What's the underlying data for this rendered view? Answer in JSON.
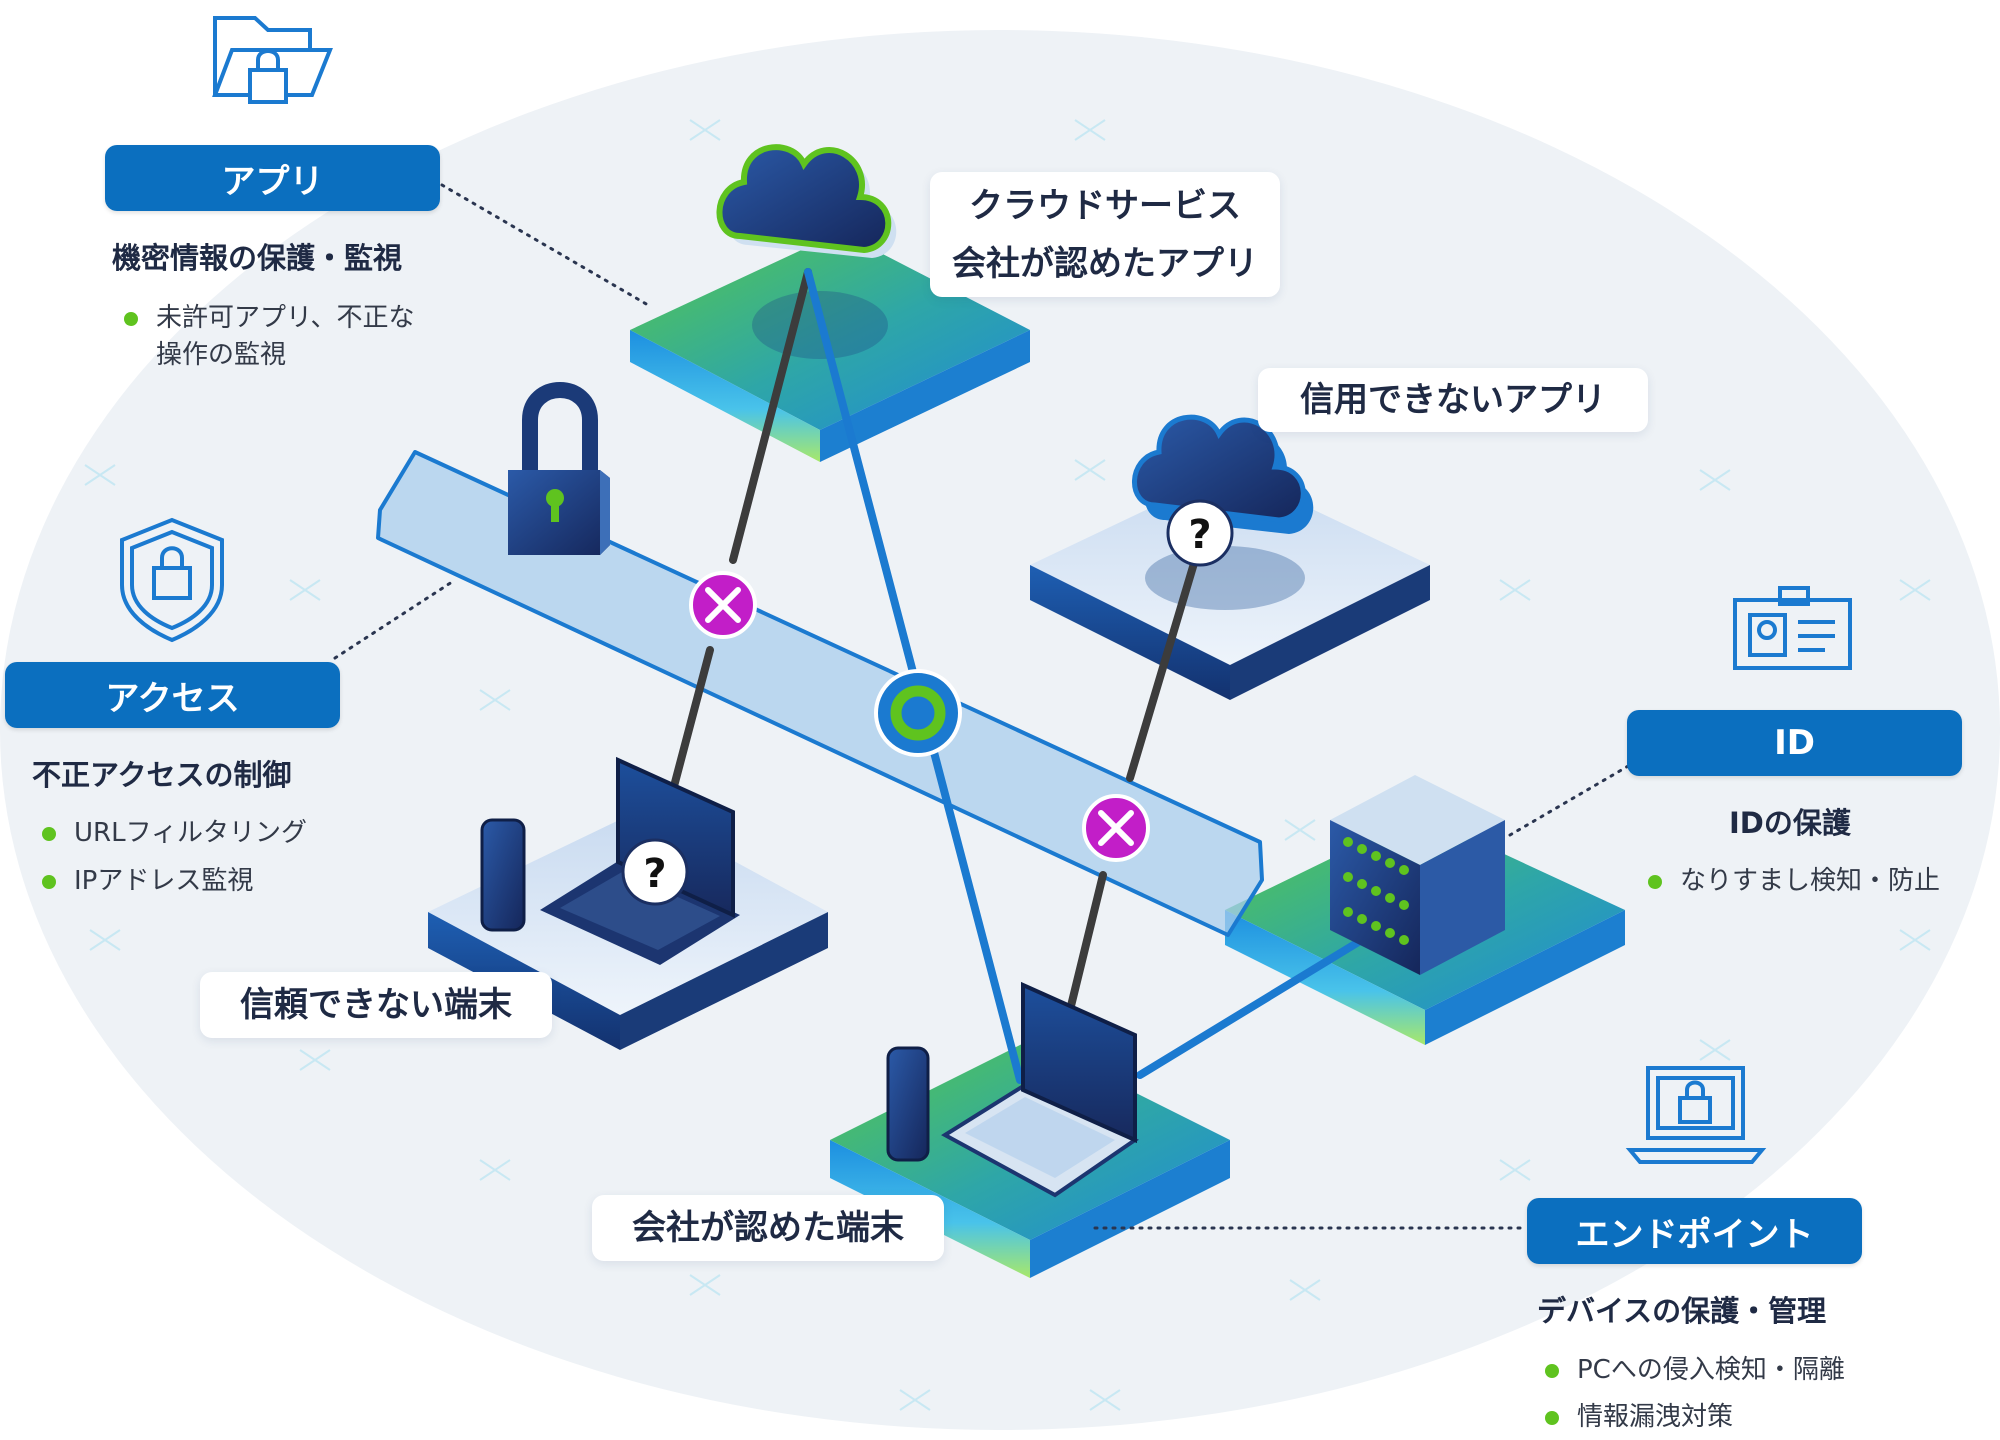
{
  "categories": {
    "app": {
      "title": "アプリ",
      "subtitle": "機密情報の保護・監視",
      "bullets": [
        "未許可アプリ、不正な",
        "操作の監視"
      ]
    },
    "access": {
      "title": "アクセス",
      "subtitle": "不正アクセスの制御",
      "bullets": [
        "URLフィルタリング",
        "IPアドレス監視"
      ]
    },
    "id": {
      "title": "ID",
      "subtitle": "IDの保護",
      "bullets": [
        "なりすまし検知・防止"
      ]
    },
    "endpoint": {
      "title": "エンドポイント",
      "subtitle": "デバイスの保護・管理",
      "bullets": [
        "PCへの侵入検知・隔離",
        "情報漏洩対策"
      ]
    }
  },
  "callouts": {
    "cloud_service_line1": "クラウドサービス",
    "cloud_service_line2": "会社が認めたアプリ",
    "untrusted_app": "信用できないアプリ",
    "untrusted_device": "信頼できない端末",
    "trusted_device": "会社が認めた端末"
  },
  "status_marks": {
    "unknown": "?",
    "blocked_color": "#c21ec8",
    "allowed_color": "#5fc31f"
  },
  "colors": {
    "accent_blue": "#0b6fbf",
    "navy": "#1b2f62",
    "green": "#56c04a",
    "bullet_green": "#5fc31f",
    "background_oval": "#eef2f6"
  },
  "icons": [
    "folder-lock-icon",
    "shield-lock-icon",
    "id-card-icon",
    "laptop-lock-icon",
    "padlock-icon",
    "cloud-icon",
    "server-icon",
    "smartphone-icon",
    "laptop-icon"
  ]
}
